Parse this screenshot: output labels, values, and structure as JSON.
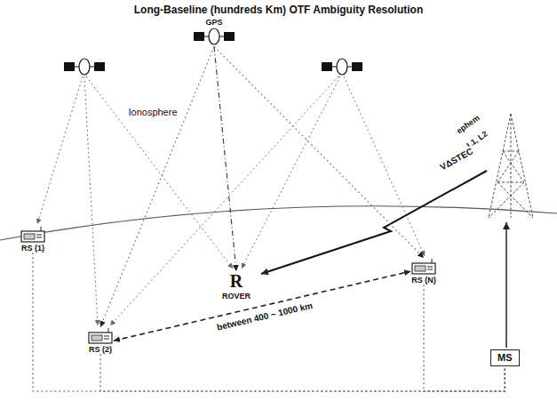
{
  "diagram": {
    "title": "Long-Baseline (hundreds Km) OTF Ambiguity Resolution",
    "nodes": [
      {
        "text": [
          "GPS"
        ]
      },
      {
        "text": [
          "RS (1)"
        ]
      },
      {
        "text": [
          "RS (2)"
        ]
      },
      {
        "text": [
          "RS (N)"
        ]
      },
      {
        "text": [
          "R",
          "ROVER"
        ]
      },
      {
        "text": [
          "MS"
        ]
      }
    ],
    "edges": [
      {
        "from": 0,
        "to": 4,
        "arrow": "to"
      },
      {
        "from": 2,
        "to": 3,
        "label": "between 400 ~ 1000 km",
        "arrow": "both"
      },
      {
        "from": 0,
        "to": 2,
        "arrow": "to"
      },
      {
        "from": 0,
        "to": 3,
        "arrow": "to"
      },
      {
        "from": 1,
        "to": 5,
        "arrow": "none"
      },
      {
        "from": 2,
        "to": 5,
        "arrow": "none"
      },
      {
        "from": 3,
        "to": 5,
        "arrow": "none"
      }
    ],
    "labels": [
      "Ionosphere",
      "ephem",
      "L1, L2",
      "VΔSTEC"
    ]
  }
}
